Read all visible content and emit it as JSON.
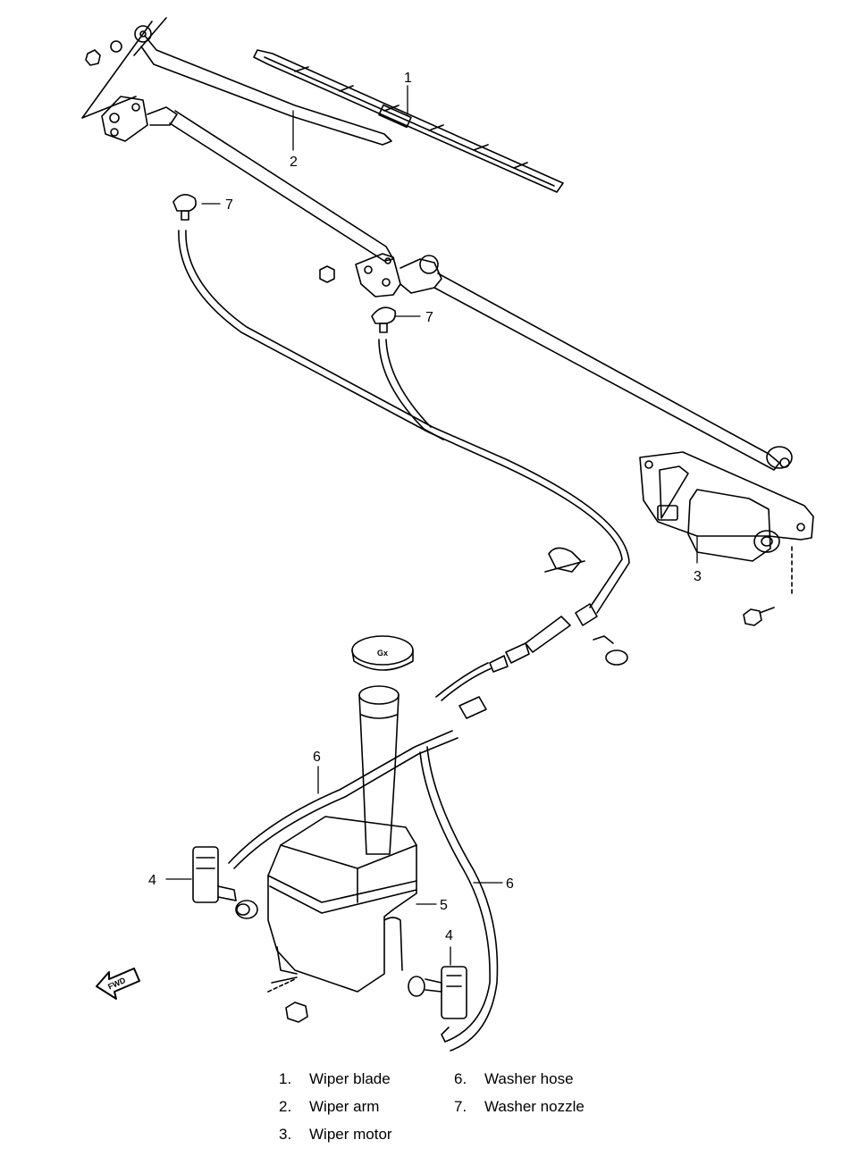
{
  "callouts": {
    "c1": "1",
    "c2": "2",
    "c3": "3",
    "c4a": "4",
    "c4b": "4",
    "c5": "5",
    "c6a": "6",
    "c6b": "6",
    "c7a": "7",
    "c7b": "7"
  },
  "fwd_label": "FWD",
  "legend": [
    {
      "num": "1.",
      "label": "Wiper blade"
    },
    {
      "num": "2.",
      "label": "Wiper arm"
    },
    {
      "num": "3.",
      "label": "Wiper motor"
    },
    {
      "num": "6.",
      "label": "Washer hose"
    },
    {
      "num": "7.",
      "label": "Washer nozzle"
    }
  ]
}
